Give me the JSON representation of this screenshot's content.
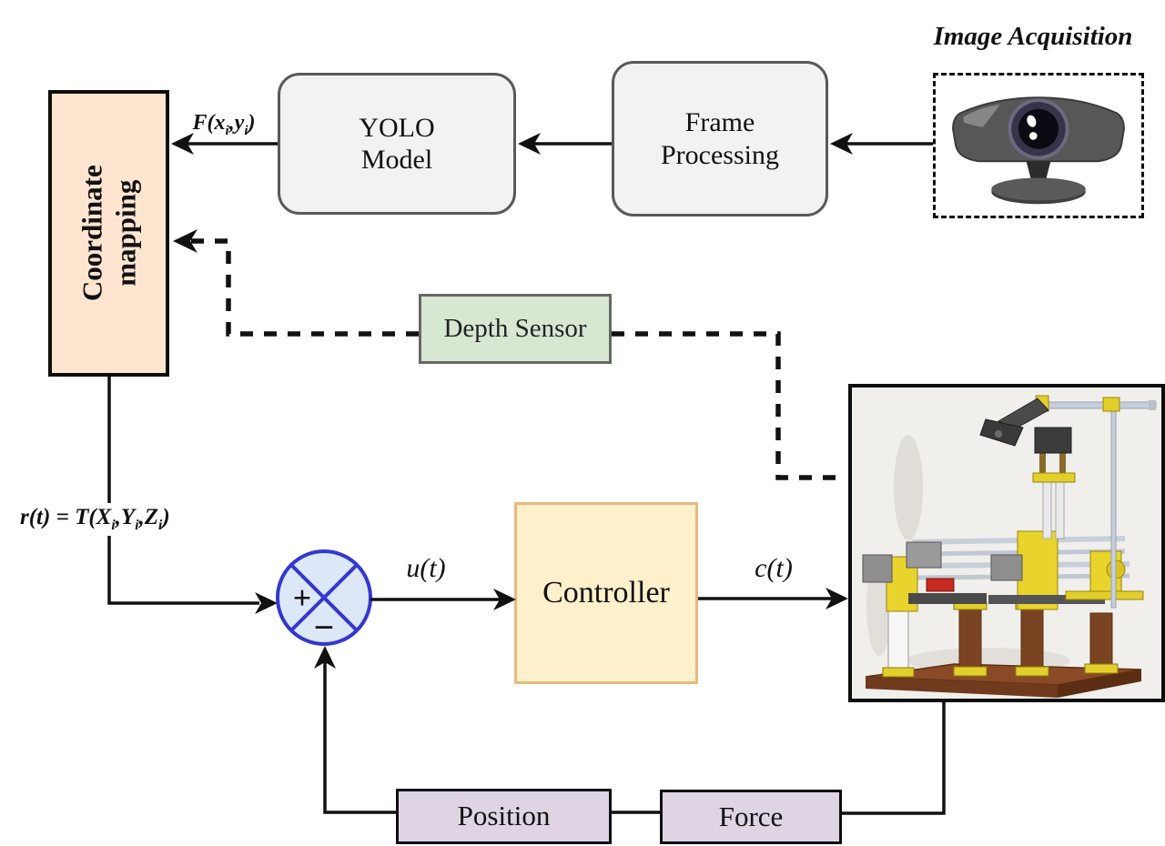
{
  "diagram": {
    "image_acquisition_title": "Image Acquisition",
    "blocks": {
      "coordinate_mapping": {
        "line1": "Coordinate",
        "line2": "mapping"
      },
      "yolo_model": {
        "line1": "YOLO",
        "line2": "Model"
      },
      "frame_processing": {
        "line1": "Frame",
        "line2": "Processing"
      },
      "depth_sensor": {
        "label": "Depth Sensor"
      },
      "controller": {
        "label": "Controller"
      },
      "position": {
        "label": "Position"
      },
      "force": {
        "label": "Force"
      }
    },
    "signals": {
      "f_label": {
        "p1": "F(x",
        "s1": "i",
        "p2": ",y",
        "s2": "i",
        "p3": ")"
      },
      "r_label": {
        "p1": "r(t) = T(X",
        "s1": "i",
        "p2": ",Y",
        "s2": "i",
        "p3": ",Z",
        "s3": "i",
        "p4": ")"
      },
      "u_label": "u(t)",
      "c_label": "c(t)",
      "sum_plus": "+",
      "sum_minus": "−"
    },
    "colors": {
      "coordinate_mapping_fill": "#fee5d0",
      "process_fill": "#f2f2f2",
      "process_border": "#595959",
      "depth_fill": "#d7e7d2",
      "depth_border": "#676767",
      "controller_fill": "#fdf0cb",
      "controller_border": "#eab87d",
      "feedback_fill": "#ded4e4",
      "sum_fill": "#dce8f8",
      "sum_border": "#3437cf",
      "line_color": "#111111"
    }
  }
}
